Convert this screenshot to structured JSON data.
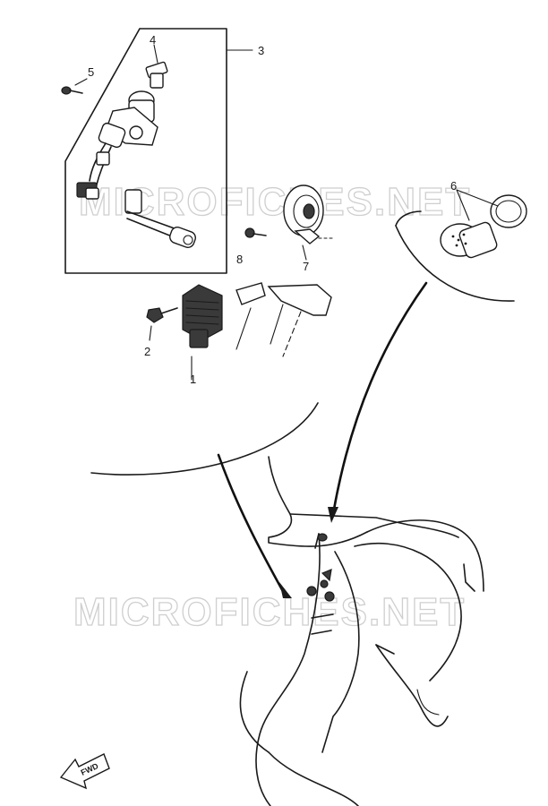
{
  "watermark": "MICROFICHES.NET",
  "direction_label": "FWD",
  "callouts": {
    "c1": "1",
    "c2": "2",
    "c3": "3",
    "c4": "4",
    "c5": "5",
    "c6": "6",
    "c7": "7",
    "c8": "8"
  },
  "icons": {
    "direction": "fwd-arrow-icon"
  }
}
